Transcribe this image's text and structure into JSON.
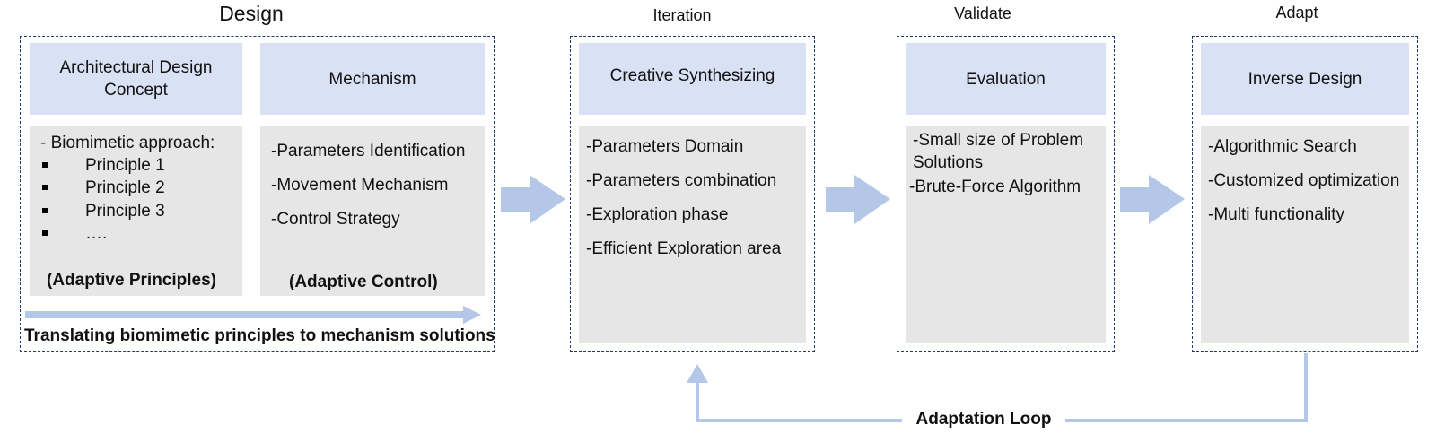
{
  "stages": {
    "design": "Design",
    "iteration": "Iteration",
    "validate": "Validate",
    "adapt": "Adapt"
  },
  "design": {
    "concept": {
      "header": "Architectural Design Concept",
      "intro": "- Biomimetic approach:",
      "principles": [
        "Principle 1",
        "Principle 2",
        "Principle 3",
        "…."
      ],
      "footer": "(Adaptive Principles)"
    },
    "mechanism": {
      "header": "Mechanism",
      "items": [
        "-Parameters Identification",
        "-Movement Mechanism",
        "-Control Strategy"
      ],
      "footer": "(Adaptive Control)"
    },
    "translation_caption": "Translating biomimetic principles to mechanism solutions"
  },
  "iteration": {
    "header": "Creative Synthesizing",
    "items": [
      "-Parameters Domain",
      "-Parameters combination",
      "-Exploration phase",
      "-Efficient Exploration area"
    ]
  },
  "validate": {
    "header": "Evaluation",
    "items": [
      "-Small size of Problem Solutions",
      "-Brute-Force Algorithm"
    ]
  },
  "adapt": {
    "header": "Inverse Design",
    "items": [
      "-Algorithmic Search",
      "-Customized optimization",
      "-Multi functionality"
    ]
  },
  "loop_label": "Adaptation Loop",
  "colors": {
    "arrow": "#b4c7e7",
    "header_fill": "#d9e1f5",
    "body_fill": "#e6e6e6",
    "group_border": "#1f3864"
  }
}
